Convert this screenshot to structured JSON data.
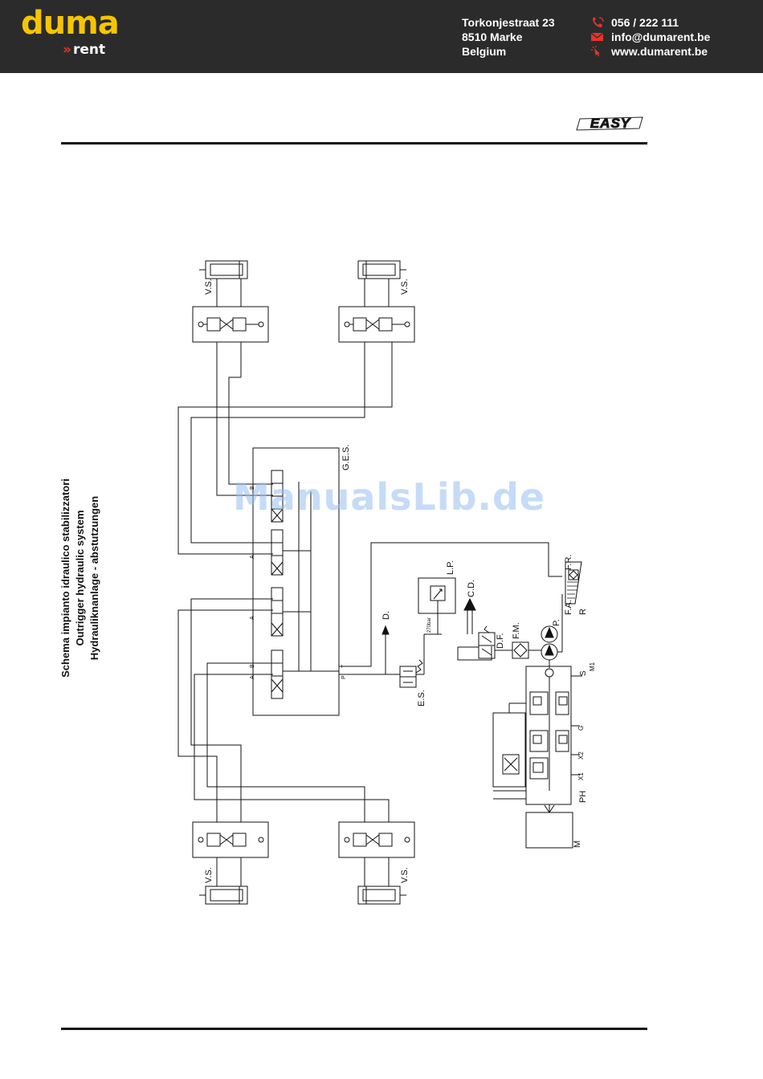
{
  "header": {
    "logo_main": "duma",
    "logo_sub": "rent",
    "address": [
      "Torkonjestraat 23",
      "8510 Marke",
      "Belgium"
    ],
    "phone": "056 / 222 111",
    "email": "info@dumarent.be",
    "website": "www.dumarent.be",
    "colors": {
      "bar": "#2b2b2b",
      "logo_yellow": "#f6c500",
      "accent_red": "#e8322c"
    },
    "icons": [
      "phone-icon",
      "mail-icon",
      "web-icon"
    ]
  },
  "brand_mark": "EASY",
  "title_lines": [
    "Schema impianto idraulico stabilizzatori",
    "Outrigger hydraulic system",
    "Hydrauliknanlage - abstutzungen"
  ],
  "diagram": {
    "labels": {
      "vs": "V.S.",
      "ges": "G.E.S.",
      "lp": "L.P.",
      "cd": "C.D.",
      "d": "D.",
      "es": "E.S.",
      "df": "D.F.",
      "fm": "F.M.",
      "p": "P.",
      "fr": "F.R.",
      "fa": "F.A.",
      "r": "R",
      "m": "M",
      "ph": "PH",
      "x1": "X1",
      "x2": "X2",
      "s": "S",
      "m1": "M1",
      "g": "G",
      "port_a": "A",
      "port_b": "B",
      "port_p": "P",
      "port_t": "T",
      "pressure": "270bar"
    }
  },
  "watermark": "ManualsLib.de"
}
